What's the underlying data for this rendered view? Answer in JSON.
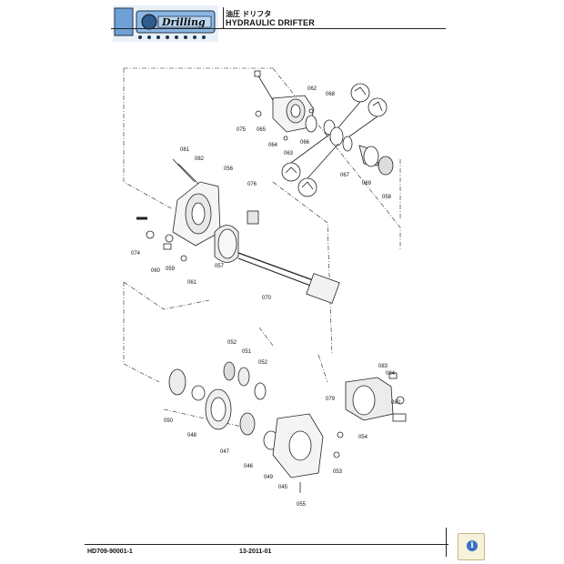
{
  "header": {
    "logo_text": "Drilling",
    "title_jp": "油圧 ドリフタ",
    "title_en": "HYDRAULIC DRIFTER"
  },
  "footer": {
    "doc_number": "HD709-90001-1",
    "date_code": "13-2011-01",
    "info_icon": "info-icon"
  },
  "parts": {
    "p062": "062",
    "p068": "068",
    "p075": "075",
    "p065": "065",
    "p064": "064",
    "p066": "066",
    "p063": "063",
    "p067": "067",
    "p069": "069",
    "p058": "058",
    "p081": "081",
    "p082": "082",
    "p056": "056",
    "p076": "076",
    "p074": "074",
    "p060": "060",
    "p059": "059",
    "p061": "061",
    "p057": "057",
    "p070": "070",
    "p052a": "052",
    "p051": "051",
    "p052b": "052",
    "p083": "083",
    "p084": "084",
    "p079": "079",
    "p080": "080",
    "p050": "050",
    "p048": "048",
    "p047": "047",
    "p046": "046",
    "p049": "049",
    "p054": "054",
    "p053": "053",
    "p045": "045",
    "p055": "055"
  }
}
